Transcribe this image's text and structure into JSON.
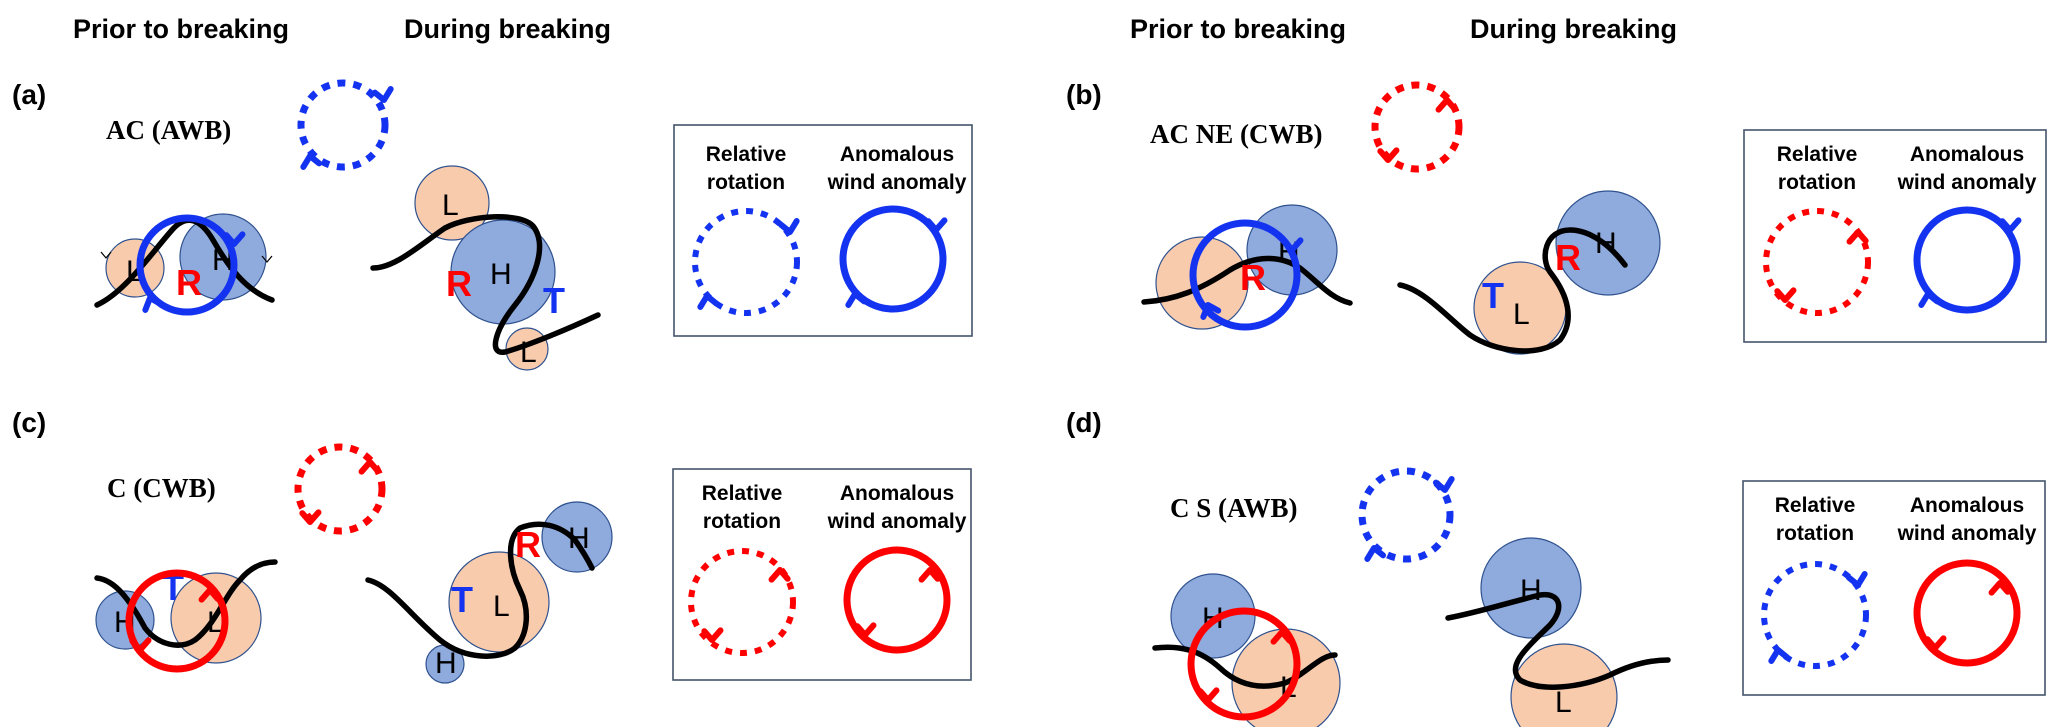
{
  "figure": {
    "column_headers": {
      "left": {
        "prior": "Prior to breaking",
        "during": "During breaking"
      },
      "right": {
        "prior": "Prior to breaking",
        "during": "During breaking"
      }
    },
    "colors": {
      "high_fill": "#8faadc",
      "low_fill": "#f8cbad",
      "outline": "#2f528f",
      "blue": "#1433f0",
      "red": "#ff0000",
      "front": "#000000"
    },
    "panels": [
      {
        "id": "a",
        "label": "(a)",
        "title": "AC (AWB)",
        "relative_rotation": {
          "color": "blue",
          "sense": "clockwise"
        },
        "anomalous_wind": {
          "color": "blue",
          "sense": "clockwise"
        },
        "prior": {
          "systems": [
            "L",
            "H"
          ],
          "tags": [
            "R"
          ]
        },
        "during": {
          "systems": [
            "L",
            "H",
            "L"
          ],
          "tags": [
            "R",
            "T"
          ]
        },
        "legend": {
          "col1_line1": "Relative",
          "col1_line2": "rotation",
          "col2_line1": "Anomalous",
          "col2_line2": "wind anomaly"
        }
      },
      {
        "id": "b",
        "label": "(b)",
        "title": "AC NE (CWB)",
        "relative_rotation": {
          "color": "red",
          "sense": "counterclockwise"
        },
        "anomalous_wind": {
          "color": "blue",
          "sense": "clockwise"
        },
        "prior": {
          "systems": [
            "L",
            "H"
          ],
          "tags": [
            "R"
          ]
        },
        "during": {
          "systems": [
            "L",
            "H"
          ],
          "tags": [
            "T",
            "R"
          ]
        },
        "legend": {
          "col1_line1": "Relative",
          "col1_line2": "rotation",
          "col2_line1": "Anomalous",
          "col2_line2": "wind anomaly"
        }
      },
      {
        "id": "c",
        "label": "(c)",
        "title": "C (CWB)",
        "relative_rotation": {
          "color": "red",
          "sense": "counterclockwise"
        },
        "anomalous_wind": {
          "color": "red",
          "sense": "counterclockwise"
        },
        "prior": {
          "systems": [
            "H",
            "L"
          ],
          "tags": [
            "T"
          ]
        },
        "during": {
          "systems": [
            "H",
            "L",
            "H"
          ],
          "tags": [
            "T",
            "R"
          ]
        },
        "legend": {
          "col1_line1": "Relative",
          "col1_line2": "rotation",
          "col2_line1": "Anomalous",
          "col2_line2": "wind anomaly"
        }
      },
      {
        "id": "d",
        "label": "(d)",
        "title": "C S (AWB)",
        "relative_rotation": {
          "color": "blue",
          "sense": "clockwise"
        },
        "anomalous_wind": {
          "color": "red",
          "sense": "counterclockwise"
        },
        "prior": {
          "systems": [
            "H",
            "L"
          ],
          "tags": []
        },
        "during": {
          "systems": [
            "H",
            "L"
          ],
          "tags": []
        },
        "legend": {
          "col1_line1": "Relative",
          "col1_line2": "rotation",
          "col2_line1": "Anomalous",
          "col2_line2": "wind anomaly"
        }
      }
    ]
  }
}
